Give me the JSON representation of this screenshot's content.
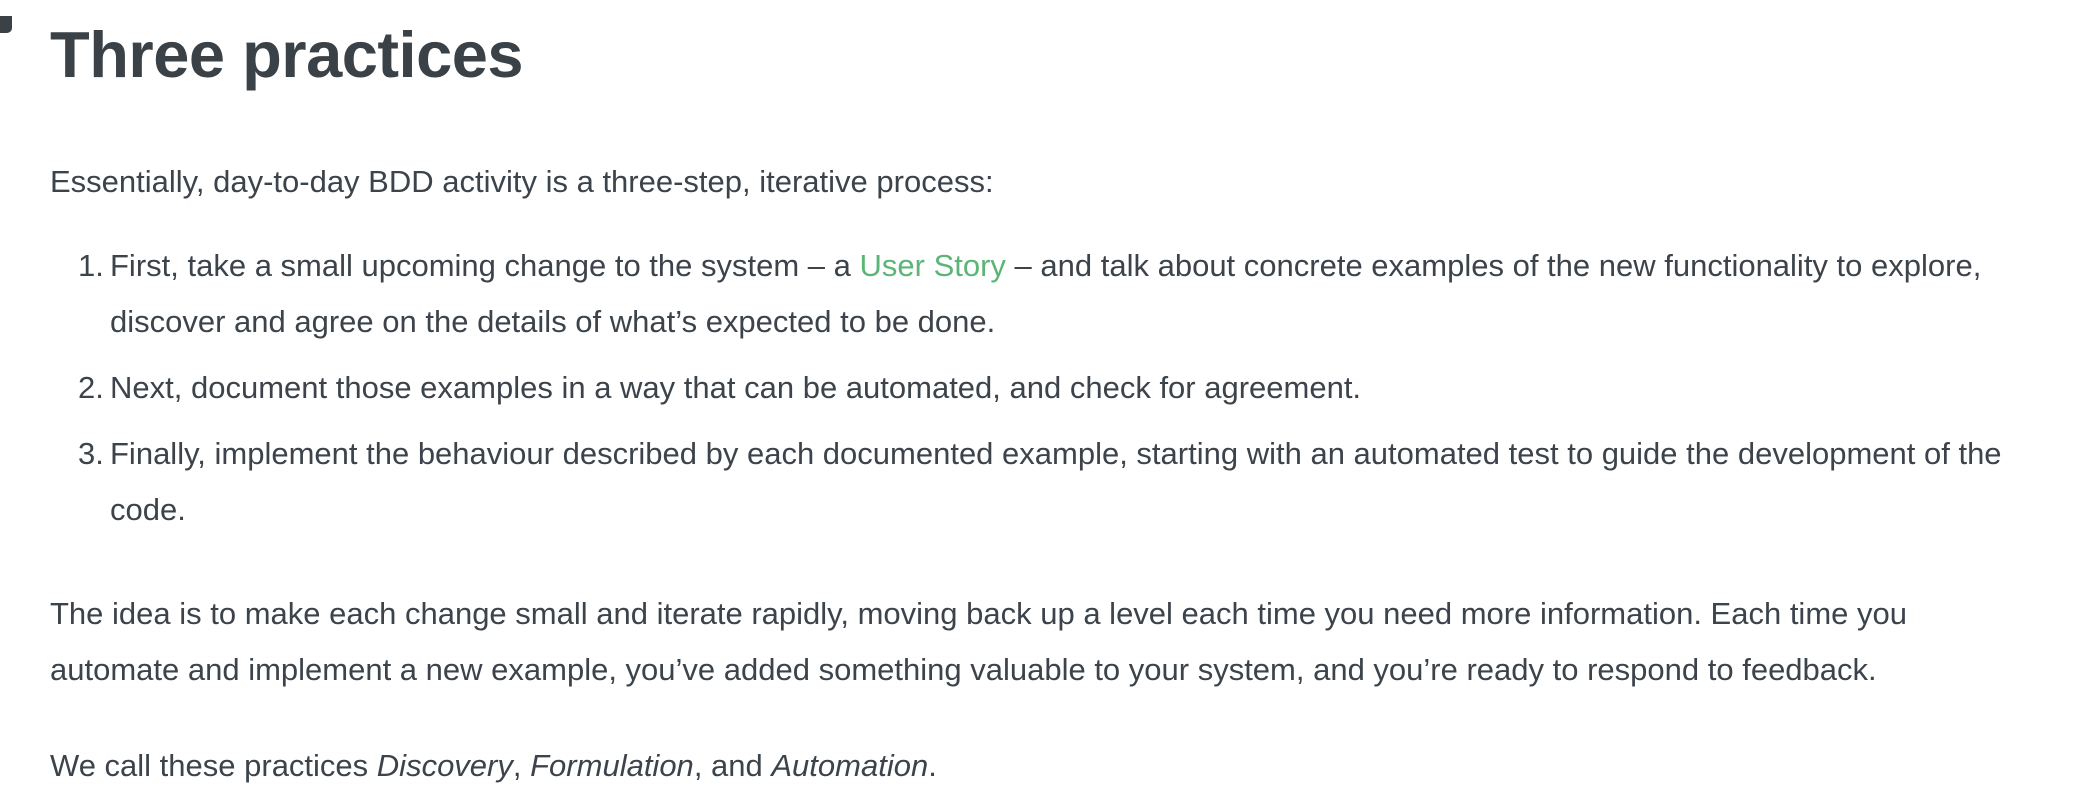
{
  "page": {
    "title": "Three practices",
    "intro": "Essentially, day-to-day BDD activity is a three-step, iterative process:",
    "list": {
      "items": [
        {
          "number": "1.",
          "text_before": "First, take a small upcoming change to the system – a ",
          "link_label": "User Story",
          "text_after": " – and talk about concrete examples of the new functionality to explore, discover and agree on the details of what’s expected to be done."
        },
        {
          "number": "2.",
          "text": "Next, document those examples in a way that can be automated, and check for agreement."
        },
        {
          "number": "3.",
          "text": "Finally, implement the behaviour described by each documented example, starting with an automated test to guide the development of the code."
        }
      ]
    },
    "paragraph_idea": "The idea is to make each change small and iterate rapidly, moving back up a level each time you need more information. Each time you automate and implement a new example, you’ve added something valuable to your system, and you’re ready to respond to feedback.",
    "paragraph_practices": {
      "prefix": "We call these practices ",
      "term1": "Discovery",
      "sep1": ", ",
      "term2": "Formulation",
      "sep2": ", and ",
      "term3": "Automation",
      "suffix": "."
    },
    "colors": {
      "link_green": "#5bb576",
      "heading_text": "#3a4147",
      "body_text": "#3c434b",
      "background": "#ffffff"
    }
  }
}
